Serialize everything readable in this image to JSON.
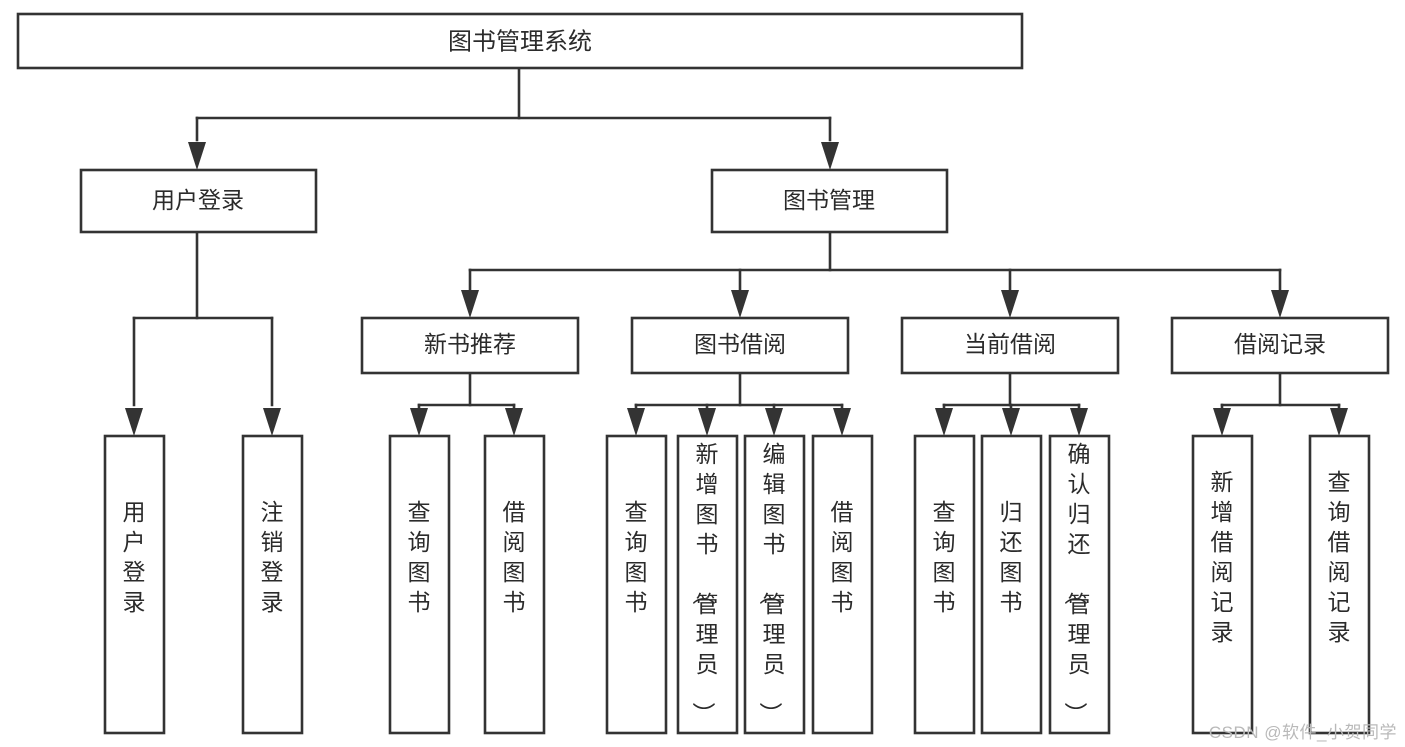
{
  "diagram": {
    "type": "tree-hierarchy",
    "title": "图书管理系统",
    "watermark": "CSDN @软件_小贺同学",
    "colors": {
      "box_stroke": "#333333",
      "box_fill": "#ffffff",
      "text": "#2b2b2b",
      "background": "#ffffff",
      "watermark": "#b9b9b9"
    },
    "root": {
      "label": "图书管理系统"
    },
    "level2": [
      {
        "id": "user-login",
        "label": "用户登录"
      },
      {
        "id": "book-management",
        "label": "图书管理"
      }
    ],
    "level3": [
      {
        "id": "new-book-recommend",
        "label": "新书推荐"
      },
      {
        "id": "book-borrow",
        "label": "图书借阅"
      },
      {
        "id": "current-borrow",
        "label": "当前借阅"
      },
      {
        "id": "borrow-record",
        "label": "借阅记录"
      }
    ],
    "leaves": {
      "user_login": [
        {
          "id": "leaf-user-login",
          "label": "用户登录"
        },
        {
          "id": "leaf-logout-login",
          "label": "注销登录"
        }
      ],
      "new_book_recommend": [
        {
          "id": "leaf-query-book-1",
          "label": "查询图书"
        },
        {
          "id": "leaf-borrow-book-1",
          "label": "借阅图书"
        }
      ],
      "book_borrow": [
        {
          "id": "leaf-query-book-2",
          "label": "查询图书"
        },
        {
          "id": "leaf-add-book",
          "label": "新增图书（管理员）"
        },
        {
          "id": "leaf-edit-book",
          "label": "编辑图书（管理员）"
        },
        {
          "id": "leaf-borrow-book-2",
          "label": "借阅图书"
        }
      ],
      "current_borrow": [
        {
          "id": "leaf-query-book-3",
          "label": "查询图书"
        },
        {
          "id": "leaf-return-book",
          "label": "归还图书"
        },
        {
          "id": "leaf-confirm-return",
          "label": "确认归还（管理员）"
        }
      ],
      "borrow_record": [
        {
          "id": "leaf-add-record",
          "label": "新增借阅记录"
        },
        {
          "id": "leaf-query-record",
          "label": "查询借阅记录"
        }
      ]
    }
  }
}
